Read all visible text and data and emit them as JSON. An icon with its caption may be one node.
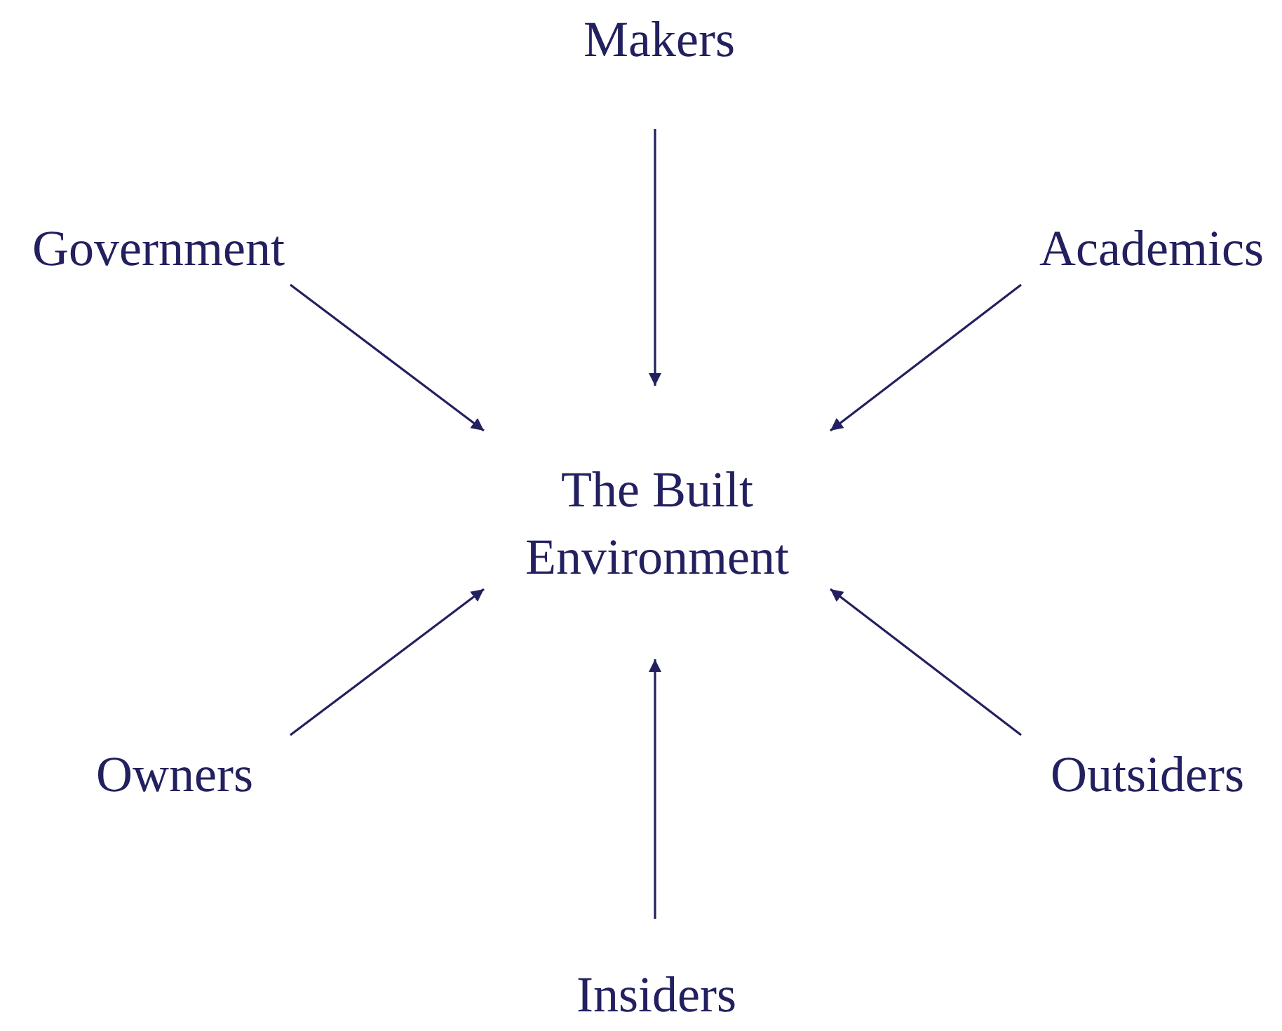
{
  "diagram": {
    "nodes": [
      {
        "text": [
          "Makers"
        ]
      },
      {
        "text": [
          "Government"
        ]
      },
      {
        "text": [
          "Academics"
        ]
      },
      {
        "text": [
          "The Built Environment"
        ]
      },
      {
        "text": [
          "Owners"
        ]
      },
      {
        "text": [
          "Outsiders"
        ]
      },
      {
        "text": [
          "Insiders"
        ]
      }
    ],
    "edges": [
      {
        "from": 0,
        "to": 3,
        "arrow": "to"
      },
      {
        "from": 1,
        "to": 3,
        "arrow": "to"
      },
      {
        "from": 2,
        "to": 3,
        "arrow": "to"
      },
      {
        "from": 4,
        "to": 3,
        "arrow": "to"
      },
      {
        "from": 5,
        "to": 3,
        "arrow": "to"
      },
      {
        "from": 6,
        "to": 3,
        "arrow": "to"
      }
    ]
  }
}
